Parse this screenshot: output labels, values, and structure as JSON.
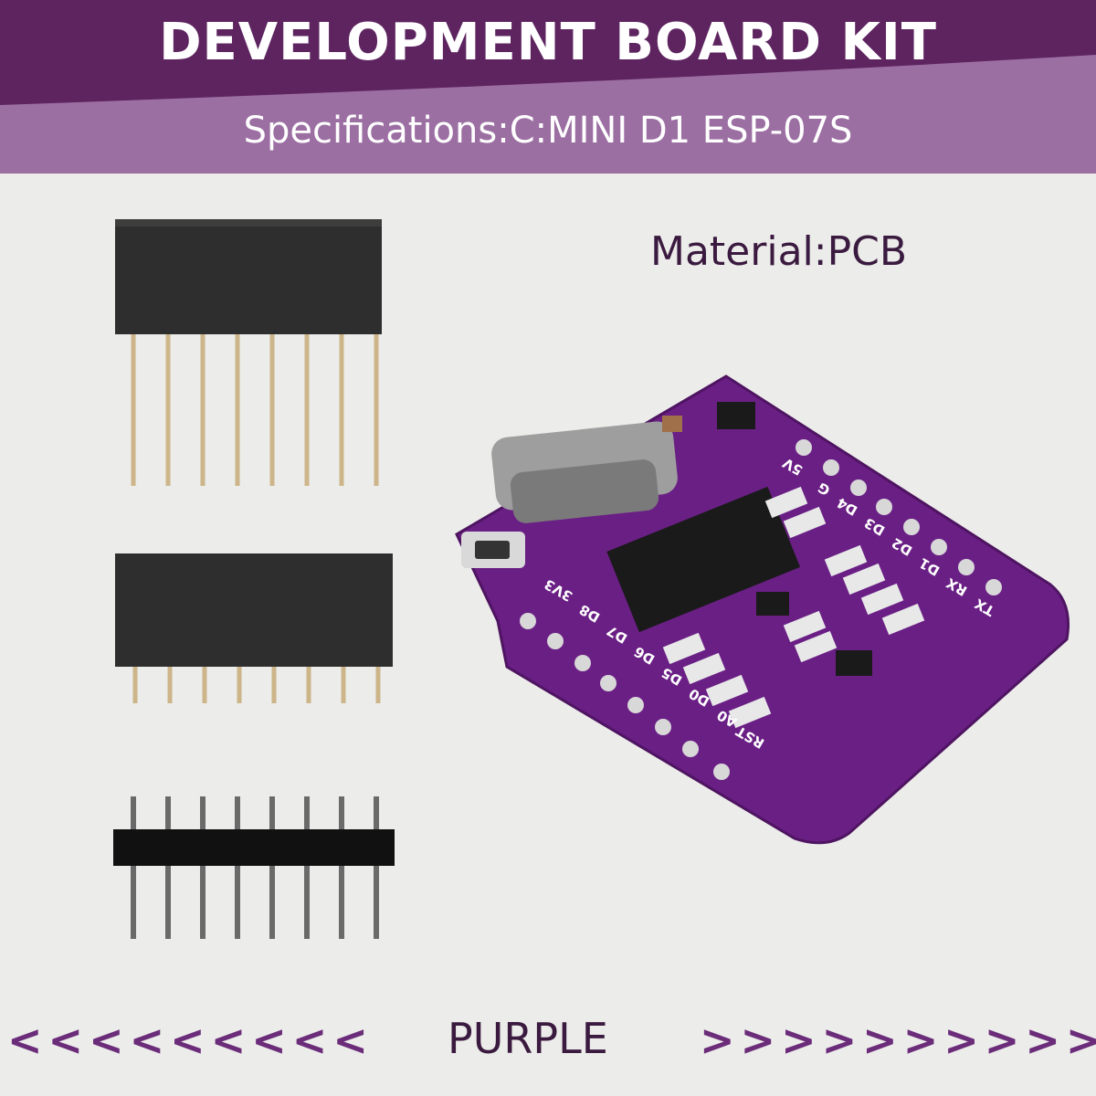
{
  "banner": {
    "title": "DEVELOPMENT BOARD KIT",
    "subtitle": "Specifications:C:MINI D1 ESP-07S"
  },
  "material": "Material:PCB",
  "board": {
    "pin_labels_right": [
      "5V",
      "G",
      "D4",
      "D3",
      "D2",
      "D1",
      "RX",
      "TX"
    ],
    "pin_labels_left": [
      "3V3",
      "D8",
      "D7",
      "D6",
      "D5",
      "D0",
      "A0",
      "RST"
    ]
  },
  "footer": {
    "left_arrows": "<<<<<<<<<",
    "label": "PURPLE",
    "right_arrows": ">>>>>>>>>>"
  },
  "colors": {
    "banner_dark": "#5e2460",
    "banner_light": "#9c6fa3",
    "pcb": "#6a1f85",
    "header_black": "#2b2b2b"
  }
}
